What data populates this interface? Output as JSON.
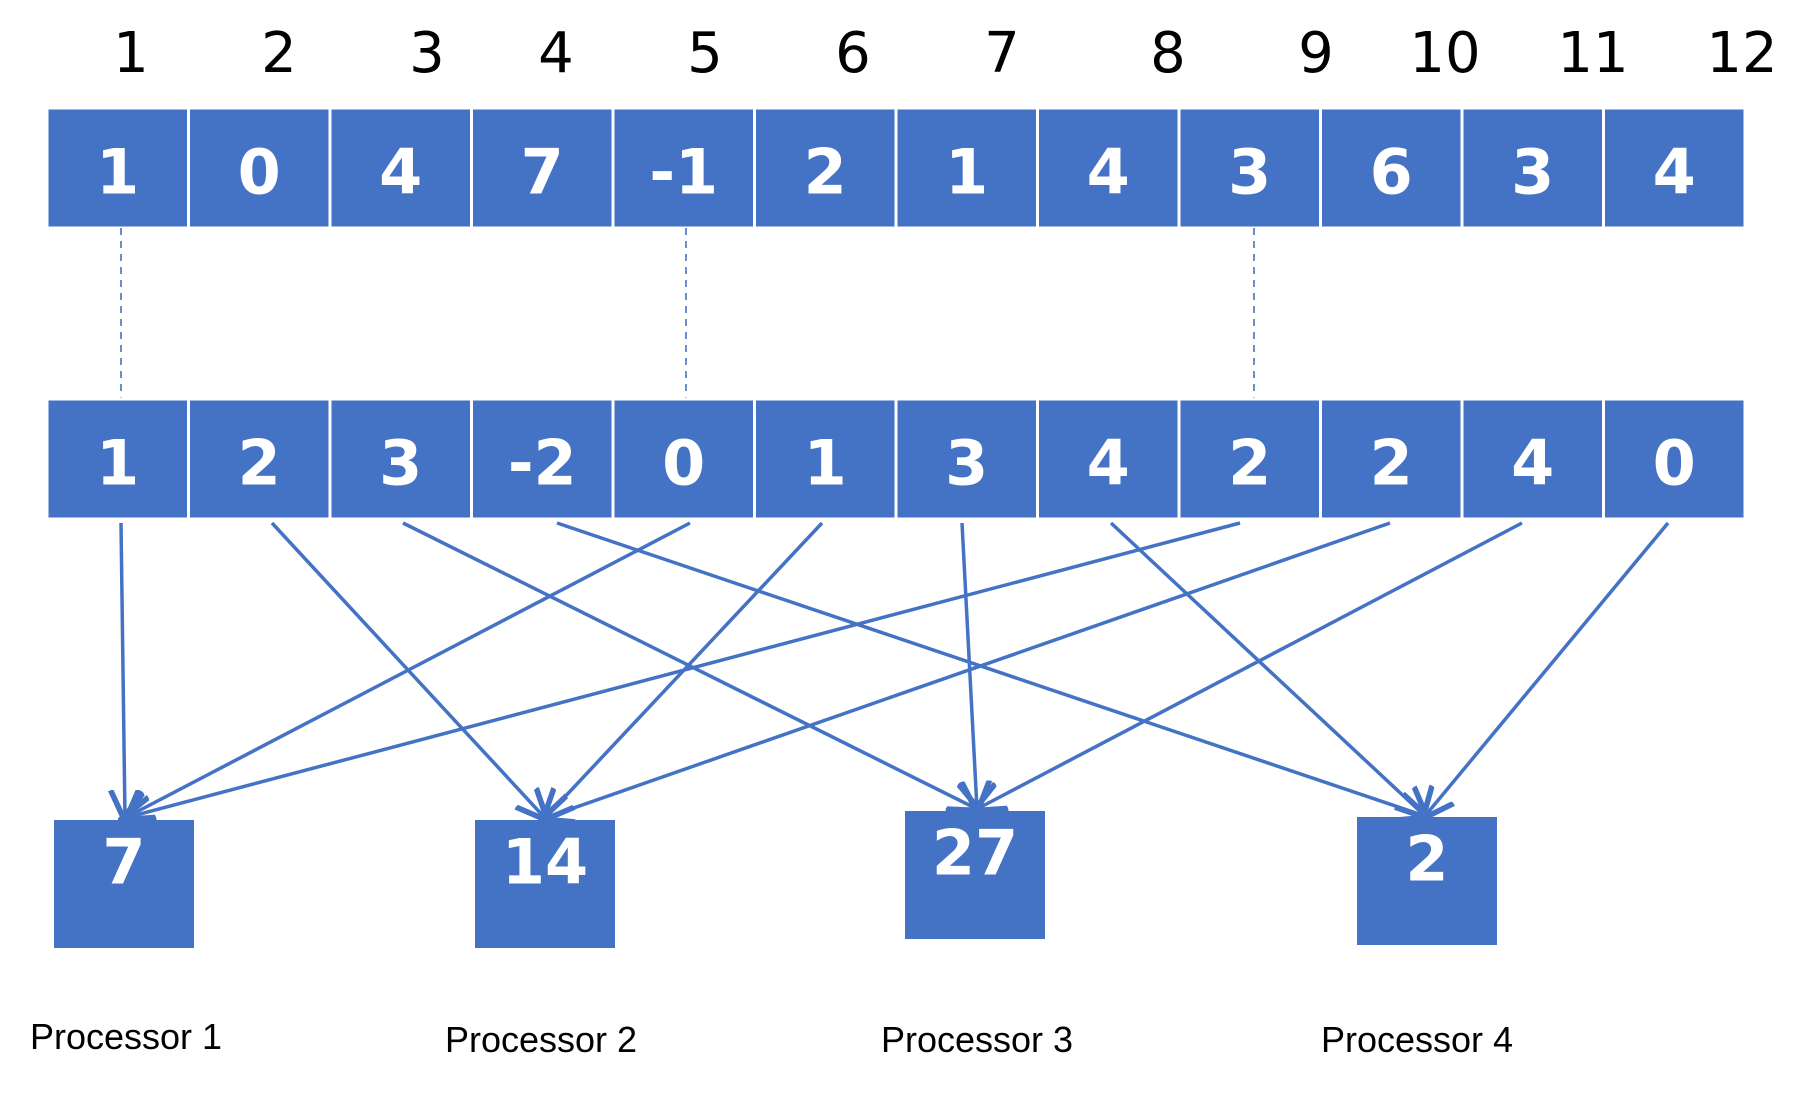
{
  "indices": [
    "1",
    "2",
    "3",
    "4",
    "5",
    "6",
    "7",
    "8",
    "9",
    "10",
    "11",
    "12"
  ],
  "top_row": [
    "1",
    "0",
    "4",
    "7",
    "-1",
    "2",
    "1",
    "4",
    "3",
    "6",
    "3",
    "4"
  ],
  "bottom_row": [
    "1",
    "2",
    "3",
    "-2",
    "0",
    "1",
    "3",
    "4",
    "2",
    "2",
    "4",
    "0"
  ],
  "processors": [
    {
      "label": "Processor 1",
      "value": "7"
    },
    {
      "label": "Processor 2",
      "value": "14"
    },
    {
      "label": "Processor 3",
      "value": "27"
    },
    {
      "label": "Processor 4",
      "value": "2"
    }
  ],
  "dashed_links": [
    0,
    4,
    8
  ],
  "edges": [
    {
      "from": 0,
      "to": 0
    },
    {
      "from": 1,
      "to": 1
    },
    {
      "from": 2,
      "to": 2
    },
    {
      "from": 3,
      "to": 3
    },
    {
      "from": 4,
      "to": 0
    },
    {
      "from": 5,
      "to": 1
    },
    {
      "from": 6,
      "to": 2
    },
    {
      "from": 7,
      "to": 3
    },
    {
      "from": 8,
      "to": 0
    },
    {
      "from": 9,
      "to": 1
    },
    {
      "from": 10,
      "to": 2
    },
    {
      "from": 11,
      "to": 3
    }
  ],
  "colors": {
    "cell": "#4472C4",
    "text_on_cell": "#ffffff",
    "label": "#000000"
  }
}
